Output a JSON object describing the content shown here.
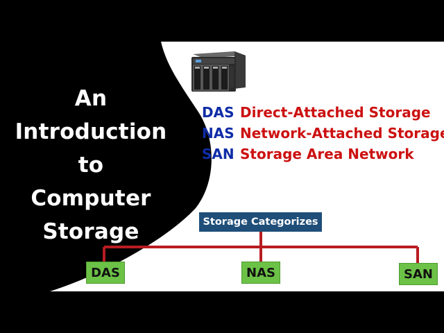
{
  "slide": {
    "title_lines": [
      "An",
      "Introduction",
      "to",
      "Computer",
      "Storage"
    ]
  },
  "storage_types": [
    {
      "abbr": "DAS",
      "full": "Direct-Attached Storage"
    },
    {
      "abbr": "NAS",
      "full": "Network-Attached Storage"
    },
    {
      "abbr": "SAN",
      "full": "Storage Area Network"
    }
  ],
  "tree": {
    "root": "Storage Categorizes",
    "children": [
      "DAS",
      "NAS",
      "SAN"
    ]
  },
  "colors": {
    "background": "#000000",
    "panel": "#ffffff",
    "abbr_text": "#0f2ca8",
    "full_text": "#cc1111",
    "root_box": "#1f4e79",
    "leaf_box": "#6cc247",
    "connector": "#b81c22"
  },
  "icons": {
    "device": "nas-enclosure-icon"
  }
}
